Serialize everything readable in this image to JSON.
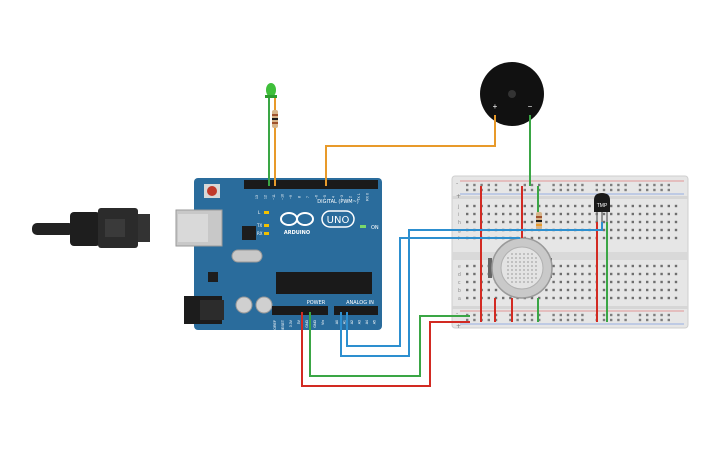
{
  "arduino": {
    "board_name": "UNO",
    "brand": "ARDUINO",
    "digital_header_label": "DIGITAL (PWM~)",
    "power_header_label": "POWER",
    "analog_header_label": "ANALOG IN",
    "on_label": "ON",
    "tx_label": "TX",
    "rx_label": "RX",
    "l_label": "L",
    "aref_label": "AREF",
    "gnd_label": "GND",
    "digital_pins": [
      "13",
      "12",
      "~11",
      "~10",
      "~9",
      "8",
      "7",
      "~6",
      "~5",
      "4",
      "~3",
      "2",
      "TX 1",
      "RX 0"
    ],
    "power_pins": [
      "IOREF",
      "RESET",
      "3.3V",
      "5V",
      "GND",
      "GND",
      "Vin"
    ],
    "analog_pins": [
      "A0",
      "A1",
      "A2",
      "A3",
      "A4",
      "A5"
    ]
  },
  "buzzer": {
    "plus": "+",
    "minus": "−"
  },
  "temp_sensor": {
    "label": "TMP"
  },
  "breadboard": {
    "row_letters_top": [
      "j",
      "i",
      "h",
      "g",
      "f"
    ],
    "row_letters_bottom": [
      "e",
      "d",
      "c",
      "b",
      "a"
    ],
    "rail_plus": "+",
    "rail_minus": "-"
  },
  "colors": {
    "pcb": "#2a6c9c",
    "pcb_dark": "#1f5a86",
    "wire_orange": "#e89a2a",
    "wire_green": "#3aa645",
    "wire_red": "#d22a22",
    "wire_blue": "#2d8fcf",
    "breadboard": "#e6e6e6",
    "led": "#3fbf3a"
  }
}
